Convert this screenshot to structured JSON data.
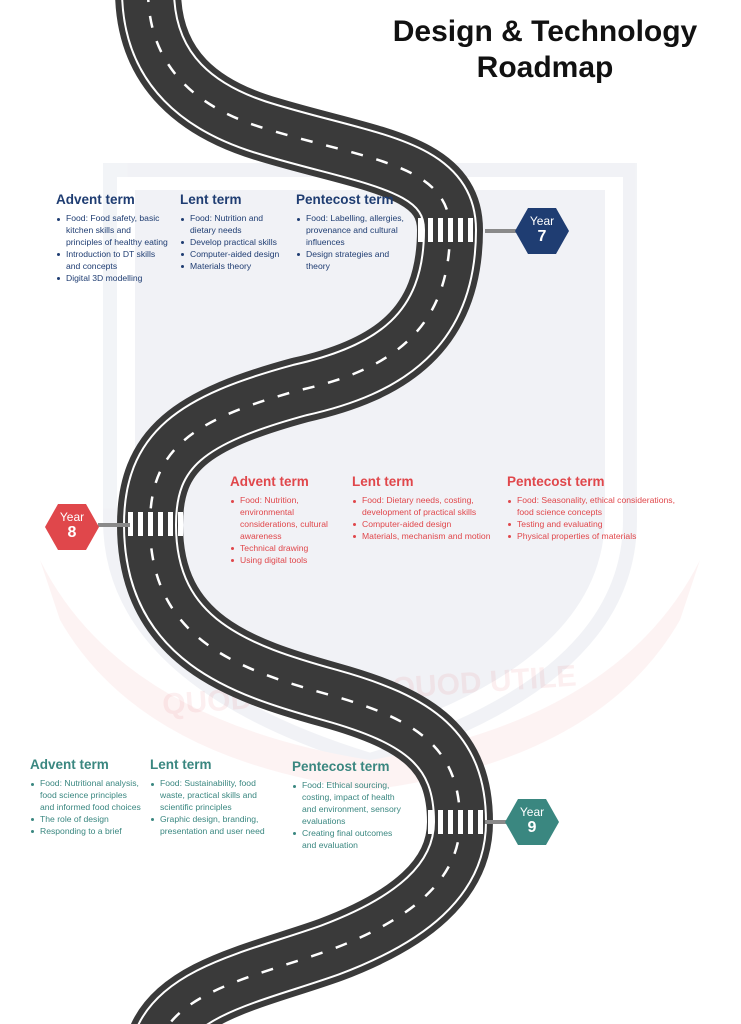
{
  "title": {
    "line1": "Design & Technology",
    "line2": "Roadmap"
  },
  "watermark": {
    "motto": "QUOD JUSTUM QUOD UTILE"
  },
  "colors": {
    "year7": "#1f3d72",
    "year8": "#e0474b",
    "year9": "#3a8780",
    "road": "#3a3a3a"
  },
  "years": [
    {
      "label": "Year",
      "number": "7",
      "terms": [
        {
          "heading": "Advent term",
          "items": [
            "Food: Food safety, basic kitchen skills and principles of healthy eating",
            "Introduction to DT skills and concepts",
            "Digital 3D modelling"
          ]
        },
        {
          "heading": "Lent term",
          "items": [
            "Food: Nutrition and dietary needs",
            "Develop practical skills",
            "Computer-aided design",
            "Materials theory"
          ]
        },
        {
          "heading": "Pentecost term",
          "items": [
            "Food: Labelling, allergies, provenance and cultural influences",
            "Design strategies and theory"
          ]
        }
      ]
    },
    {
      "label": "Year",
      "number": "8",
      "terms": [
        {
          "heading": "Advent term",
          "items": [
            "Food: Nutrition, environmental considerations, cultural awareness",
            "Technical drawing",
            "Using digital tools"
          ]
        },
        {
          "heading": "Lent term",
          "items": [
            "Food: Dietary needs, costing, development of practical skills",
            "Computer-aided design",
            "Materials, mechanism and motion"
          ]
        },
        {
          "heading": "Pentecost term",
          "items": [
            "Food: Seasonality, ethical considerations, food science concepts",
            "Testing and evaluating",
            "Physical properties of materials"
          ]
        }
      ]
    },
    {
      "label": "Year",
      "number": "9",
      "terms": [
        {
          "heading": "Advent term",
          "items": [
            "Food: Nutritional analysis, food science principles and informed food choices",
            "The role of design",
            "Responding to a brief"
          ]
        },
        {
          "heading": "Lent term",
          "items": [
            "Food: Sustainability, food waste, practical skills and scientific principles",
            "Graphic design, branding, presentation and user need"
          ]
        },
        {
          "heading": "Pentecost term",
          "items": [
            "Food: Ethical sourcing, costing, impact of health and environment, sensory evaluations",
            "Creating final outcomes and evaluation"
          ]
        }
      ]
    }
  ]
}
